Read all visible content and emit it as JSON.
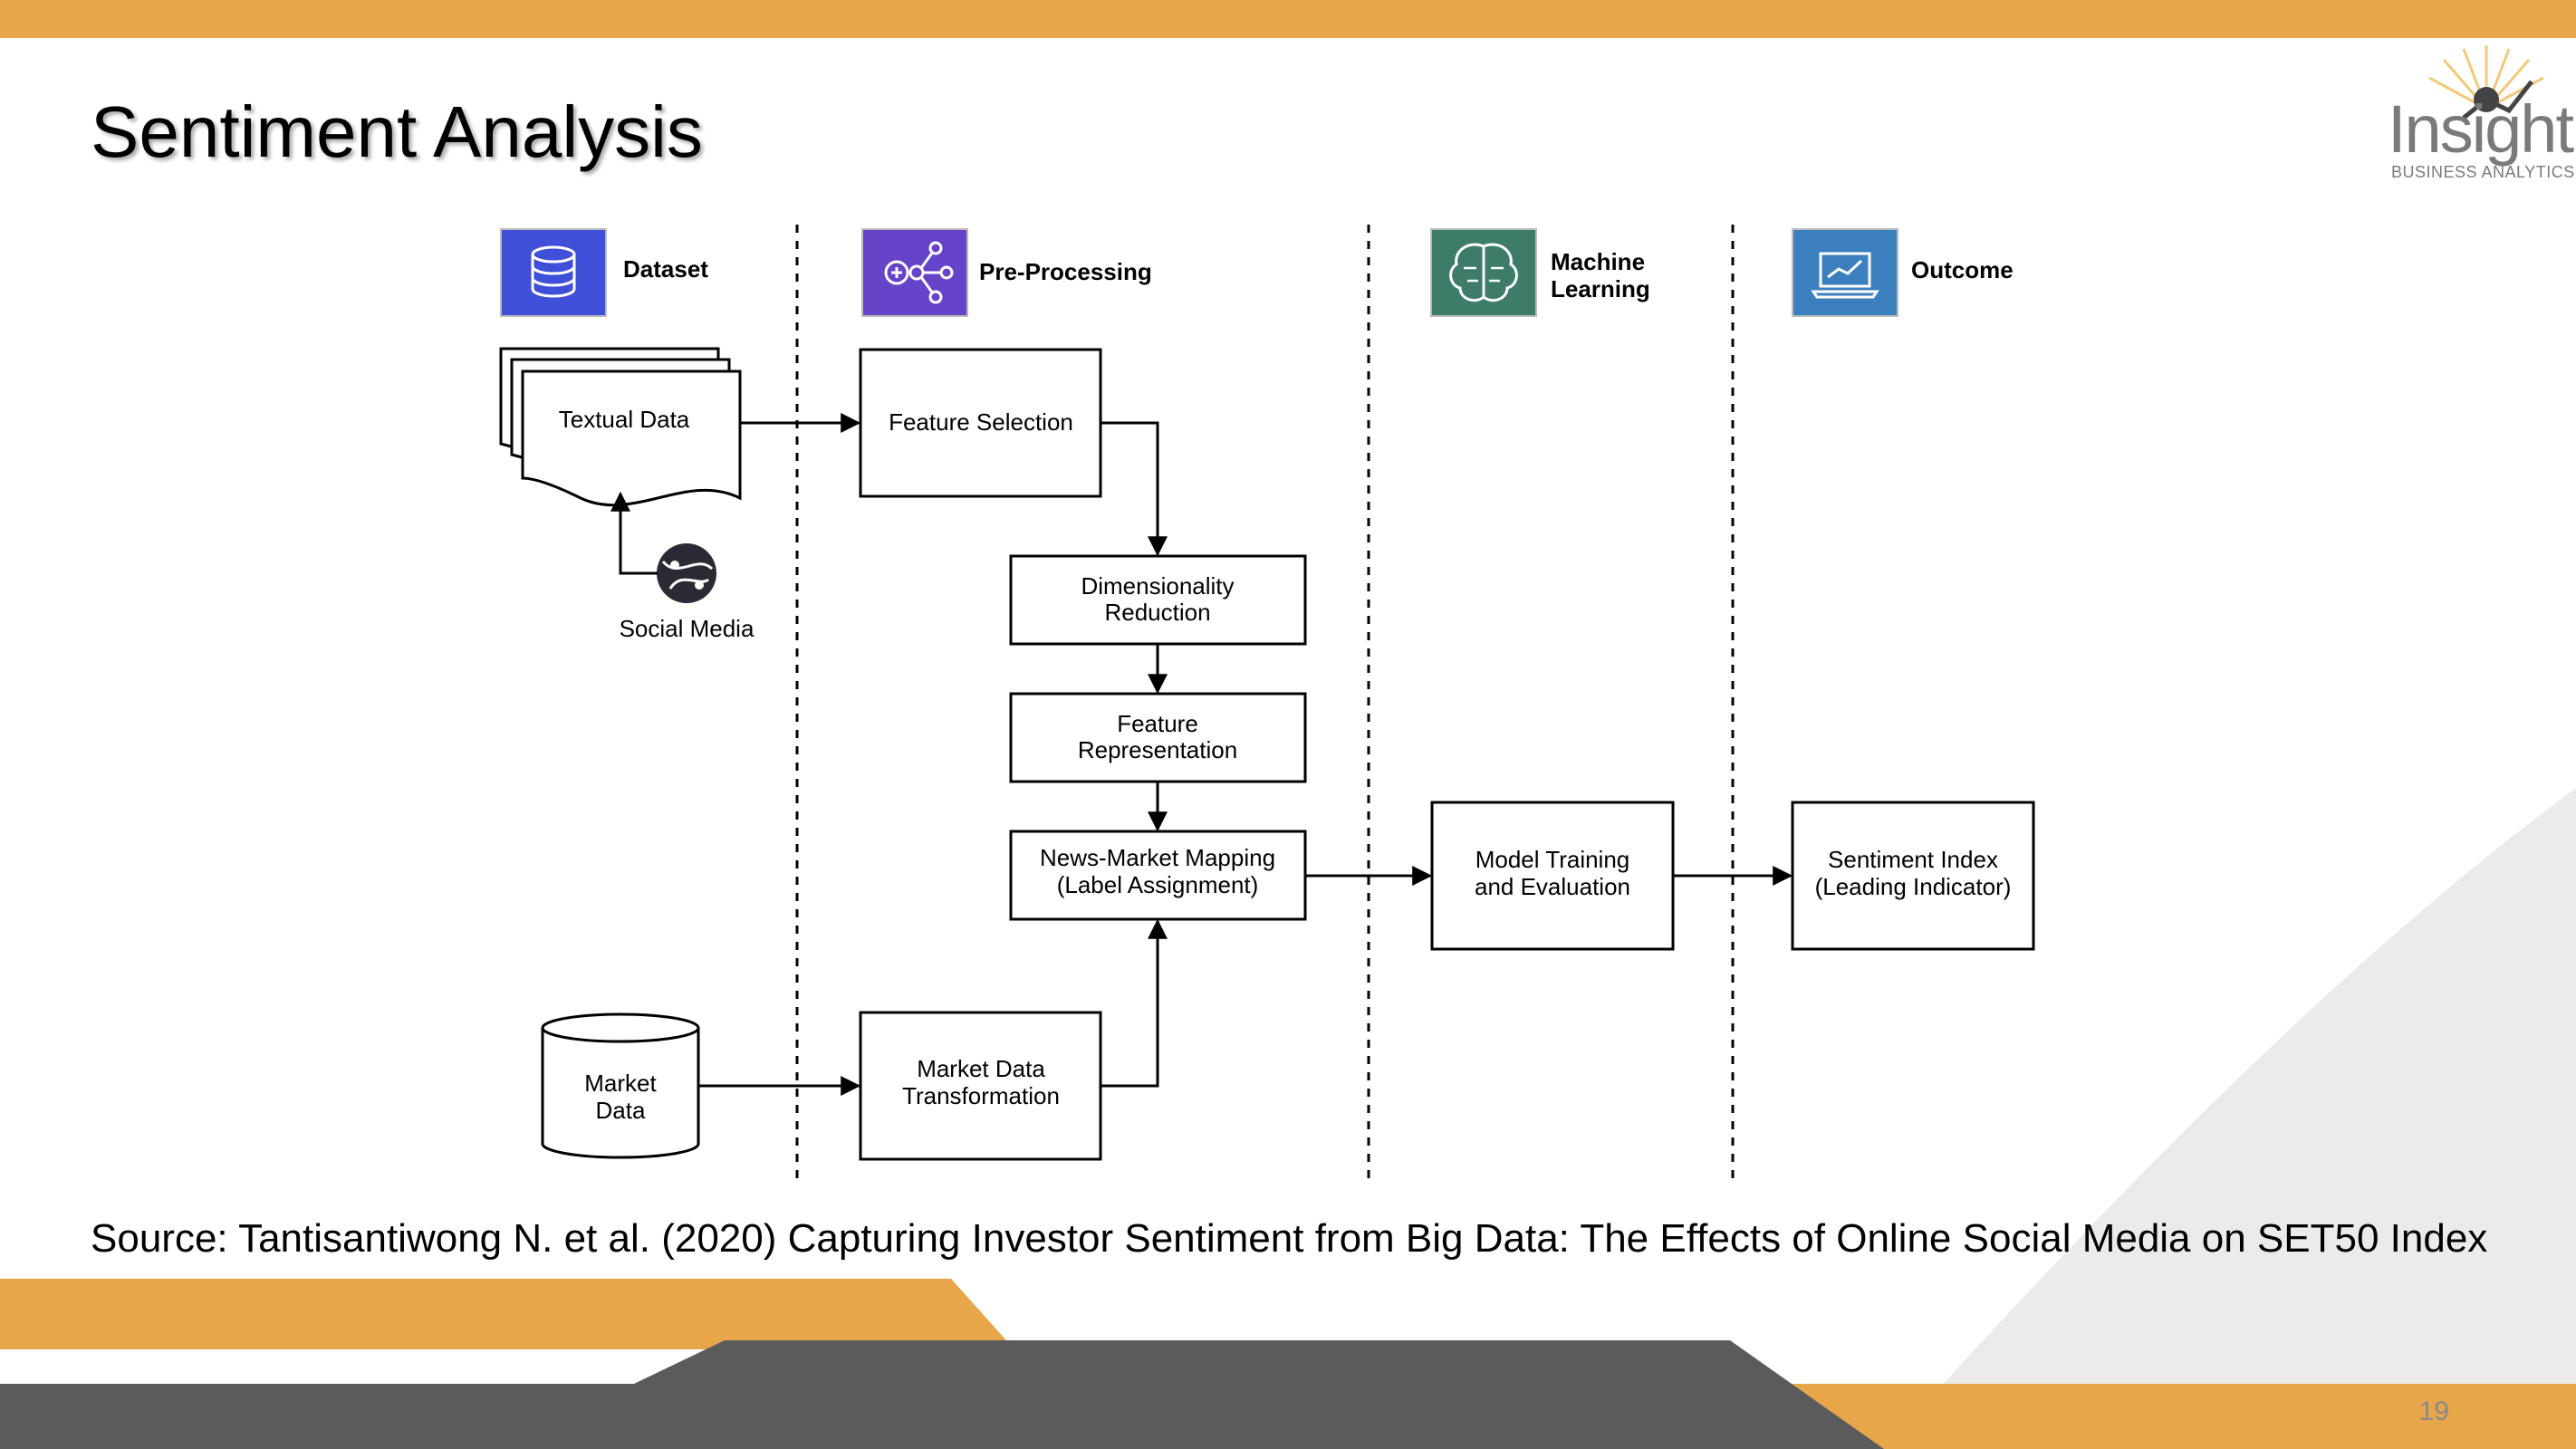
{
  "slide": {
    "title": "Sentiment Analysis",
    "source": "Source: Tantisantiwong N. et al. (2020) Capturing Investor Sentiment from Big Data: The Effects of Online Social Media on SET50 Index",
    "page_number": "19",
    "logo": {
      "name": "Insight",
      "subtitle": "BUSINESS ANALYTICS"
    }
  },
  "colors": {
    "accent_orange": "#E8A64A",
    "dark_gray": "#5B5B5B",
    "dataset_icon": "#3F4FD8",
    "preprocessing_icon": "#6544C9",
    "ml_icon": "#3E7C6A",
    "outcome_icon": "#3C7FBF"
  },
  "diagram": {
    "columns": [
      {
        "label": "Dataset",
        "icon": "database-icon"
      },
      {
        "label": "Pre-Processing",
        "icon": "network-icon"
      },
      {
        "label_line1": "Machine",
        "label_line2": "Learning",
        "icon": "brain-icon"
      },
      {
        "label": "Outcome",
        "icon": "chart-laptop-icon"
      }
    ],
    "nodes": {
      "textual_data": "Textual Data",
      "social_media": "Social Media",
      "market_data_line1": "Market",
      "market_data_line2": "Data",
      "feature_selection": "Feature Selection",
      "dim_reduction_line1": "Dimensionality",
      "dim_reduction_line2": "Reduction",
      "feature_rep_line1": "Feature",
      "feature_rep_line2": "Representation",
      "news_market_line1": "News-Market Mapping",
      "news_market_line2": "(Label Assignment)",
      "market_transform_line1": "Market Data",
      "market_transform_line2": "Transformation",
      "model_training_line1": "Model Training",
      "model_training_line2": "and Evaluation",
      "sentiment_index_line1": "Sentiment Index",
      "sentiment_index_line2": "(Leading Indicator)"
    }
  }
}
